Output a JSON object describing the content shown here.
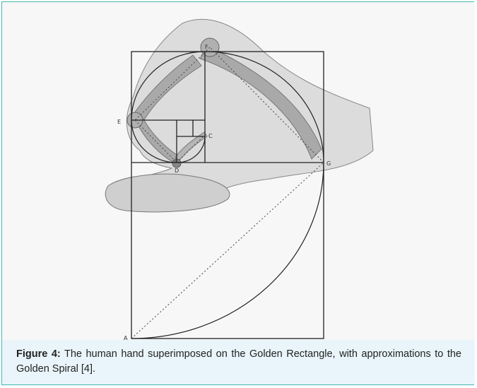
{
  "figure": {
    "points": {
      "F": "F",
      "E": "E",
      "C": "C",
      "D": "D",
      "G": "G",
      "A": "A"
    }
  },
  "caption": {
    "label": "Figure 4:",
    "text": " The human hand superimposed on the Golden Rectangle, with approximations to the Golden Spiral [4]."
  }
}
